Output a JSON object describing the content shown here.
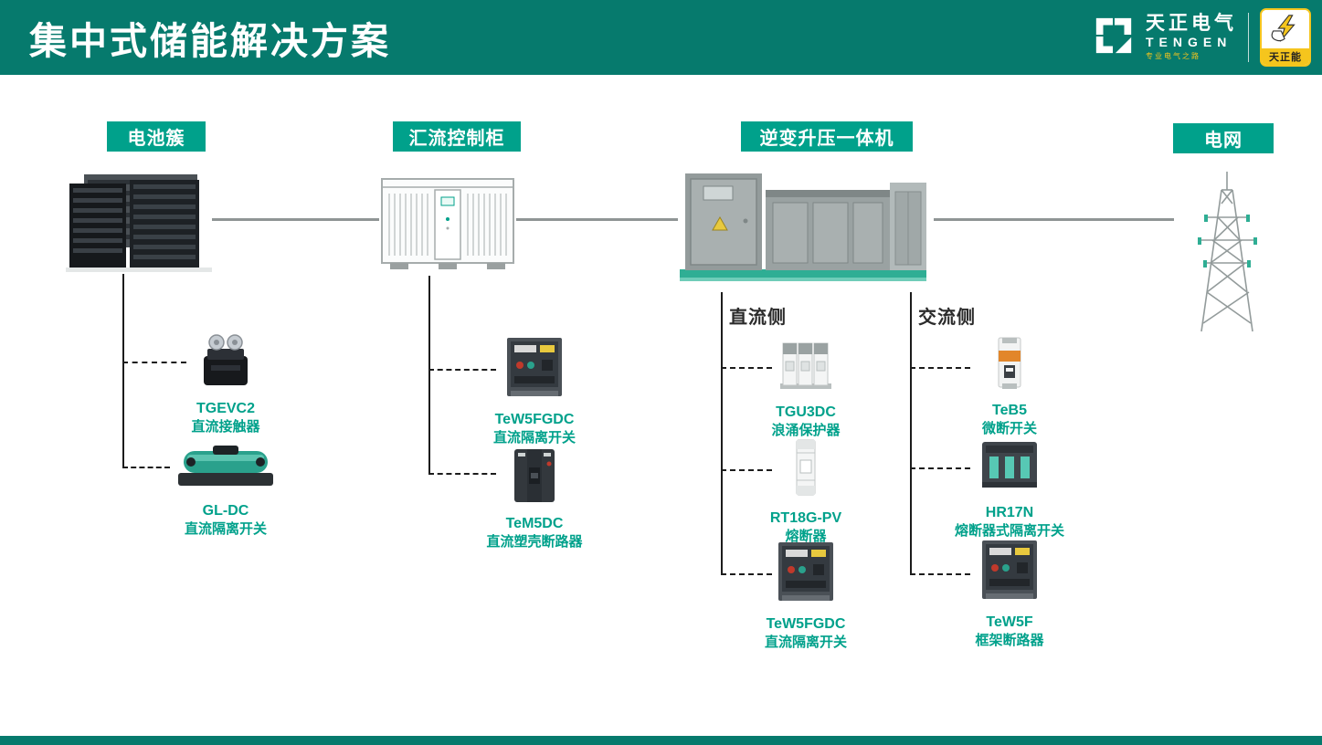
{
  "header": {
    "title": "集中式储能解决方案",
    "brand": {
      "name": "天正电气",
      "latin": "TENGEN",
      "slogan": "专业电气之路",
      "badge": "天正能"
    }
  },
  "flow": {
    "stages": [
      {
        "id": "battery",
        "label": "电池簇"
      },
      {
        "id": "combiner",
        "label": "汇流控制柜"
      },
      {
        "id": "inverter",
        "label": "逆变升压一体机"
      },
      {
        "id": "grid",
        "label": "电网"
      }
    ],
    "inverter_branches": {
      "dc": "直流侧",
      "ac": "交流侧"
    }
  },
  "products": {
    "battery": [
      {
        "model": "TGEVC2",
        "desc": "直流接触器"
      },
      {
        "model": "GL-DC",
        "desc": "直流隔离开关"
      }
    ],
    "combiner": [
      {
        "model": "TeW5FGDC",
        "desc": "直流隔离开关"
      },
      {
        "model": "TeM5DC",
        "desc": "直流塑壳断路器"
      }
    ],
    "dc": [
      {
        "model": "TGU3DC",
        "desc": "浪涌保护器"
      },
      {
        "model": "RT18G-PV",
        "desc": "熔断器"
      },
      {
        "model": "TeW5FGDC",
        "desc": "直流隔离开关"
      }
    ],
    "ac": [
      {
        "model": "TeB5",
        "desc": "微断开关"
      },
      {
        "model": "HR17N",
        "desc": "熔断器式隔离开关"
      },
      {
        "model": "TeW5F",
        "desc": "框架断路器"
      }
    ]
  },
  "colors": {
    "theme_teal": "#067a6d",
    "accent_teal": "#00a18b",
    "badge_yellow": "#f5c51d",
    "platform_green": "#2fae94"
  }
}
